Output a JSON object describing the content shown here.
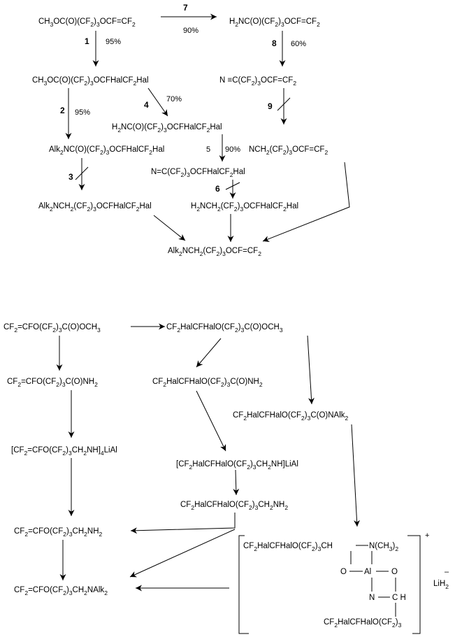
{
  "top_scheme": {
    "compounds": {
      "ester": "CH3OC(O)(CF2)3OCF=CF2",
      "amide": "H2NC(O)(CF2)3OCF=CF2",
      "halo_ester": "CH3OC(O)(CF2)3OCFHalCF2Hal",
      "nitrile": "N ≡C(CF2)3OCF=CF2",
      "halo_amide": "H2NC(O)(CF2)3OCFHalCF2Hal",
      "dialkyl_halo_amide": "Alk2NC(O)(CF2)3OCFHalCF2Hal",
      "amine": "NCH2(CF2)3OCF=CF2",
      "halo_nitrile": "N=C(CF2)3OCFHalCF2Hal",
      "dialkyl_halo_amine": "Alk2NCH2(CF2)3OCFHalCF2Hal",
      "halo_amine": "H2NCH2(CF2)3OCFHalCF2Hal",
      "product": "Alk2NCH2(CF2)3OCF=CF2"
    },
    "steps": {
      "s1": "1",
      "s1_yield": "95%",
      "s2": "2",
      "s2_yield": "95%",
      "s3": "3",
      "s4": "4",
      "s4_yield": "70%",
      "s5": "5",
      "s5_yield": "90%",
      "s6": "6",
      "s7": "7",
      "s7_yield": "90%",
      "s8": "8",
      "s8_yield": "60%",
      "s9": "9"
    }
  },
  "bottom_scheme": {
    "compounds": {
      "vinyl_ester": "CF2=CFO(CF2)3C(O)OCH3",
      "halo_ester": "CF2HalCFHalO(CF2)3C(O)OCH3",
      "vinyl_amide": "CF2=CFO(CF2)3C(O)NH2",
      "halo_amide": "CF2HalCFHalO(CF2)3C(O)NH2",
      "halo_dialkyl_amide": "CF2HalCFHalO(CF2)3C(O)NAlk2",
      "vinyl_aluminate": "[CF2=CFO(CF2)3CH2NH]4LiAl",
      "halo_aluminate": "[CF2HalCFHalO(CF2)3CH2NH]LiAl",
      "halo_amine": "CF2HalCFHalO(CF2)3CH2NH2",
      "vinyl_amine": "CF2=CFO(CF2)3CH2NH2",
      "vinyl_dialkyl_amine": "CF2=CFO(CF2)3CH2NAlk2"
    },
    "complex": {
      "top_chain": "CF2HalCFHalO(CF2)3CH",
      "top_n": "N(CH3)2",
      "o_left": "O",
      "al": "Al",
      "o_right": "O",
      "n_bottom": "N",
      "ch": "C H",
      "bottom_chain": "CF2HalCFHalO(CF2)3",
      "charge_plus": "+",
      "counter_ion": "LiH2",
      "charge_minus": "–"
    }
  }
}
